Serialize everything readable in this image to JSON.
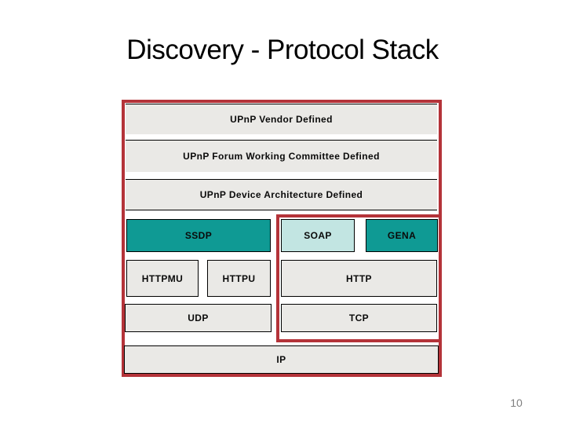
{
  "slide": {
    "title": "Discovery - Protocol Stack",
    "page_number": "10"
  },
  "diagram": {
    "layers": {
      "vendor": "UPnP Vendor Defined",
      "forum": "UPnP Forum Working Committee Defined",
      "architecture": "UPnP Device Architecture Defined",
      "ssdp": "SSDP",
      "soap": "SOAP",
      "gena": "GENA",
      "httpmu": "HTTPMU",
      "httpu": "HTTPU",
      "http": "HTTP",
      "udp": "UDP",
      "tcp": "TCP",
      "ip": "IP"
    },
    "colors": {
      "teal": "#0f9a94",
      "light_teal": "#c2e5e2",
      "box_gray": "#eae9e6",
      "red_border": "#b43339"
    }
  }
}
